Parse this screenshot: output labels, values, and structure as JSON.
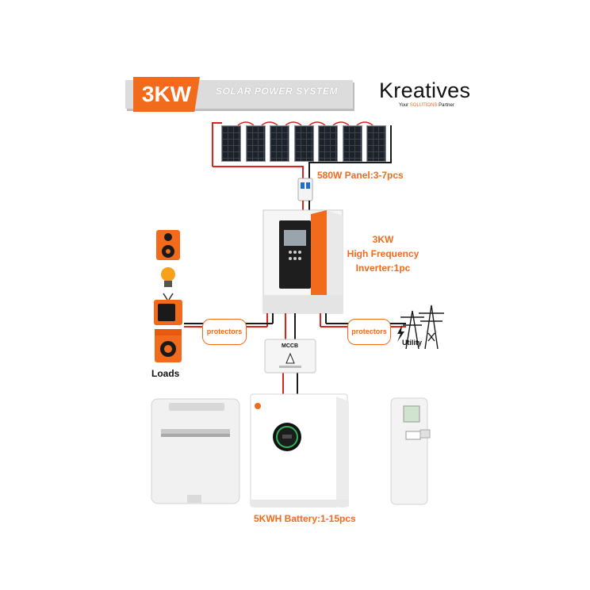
{
  "header": {
    "kw": "3KW",
    "subtitle": "SOLAR POWER SYSTEM"
  },
  "brand": {
    "name": "Kreatives",
    "tagline_pre": "Your ",
    "tagline_hl": "SOLUTIONS",
    "tagline_post": " Partner"
  },
  "panels": {
    "label": "580W Panel:3-7pcs",
    "count": 7
  },
  "inverter": {
    "line1": "3KW",
    "line2": "High Frequency",
    "line3": "Inverter:1pc"
  },
  "loads": {
    "label": "Loads"
  },
  "protectors": {
    "left": "protectors",
    "right": "protectors"
  },
  "mccb": {
    "label": "MCCB"
  },
  "utility": {
    "label": "Utility"
  },
  "battery": {
    "label": "5KWH Battery:1-15pcs"
  },
  "colors": {
    "accent": "#f26a1b",
    "wire_positive": "#d9261c",
    "wire_negative": "#1a1a1a",
    "banner_grey": "#dcdcdc"
  }
}
